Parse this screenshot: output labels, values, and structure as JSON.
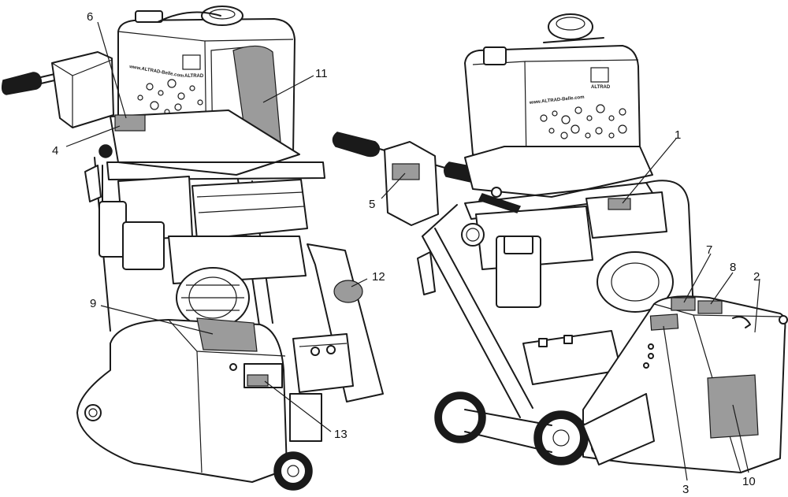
{
  "branding": {
    "url_text": "www.ALTRAD-Belle.com",
    "logo_text": "ALTRAD"
  },
  "callouts": {
    "c1": "1",
    "c2": "2",
    "c3": "3",
    "c4": "4",
    "c5": "5",
    "c6": "6",
    "c7": "7",
    "c8": "8",
    "c9": "9",
    "c10": "10",
    "c11": "11",
    "c12": "12",
    "c13": "13"
  },
  "colors": {
    "line": "#1a1a1a",
    "label_fill": "#9b9b9b",
    "background": "#ffffff"
  }
}
